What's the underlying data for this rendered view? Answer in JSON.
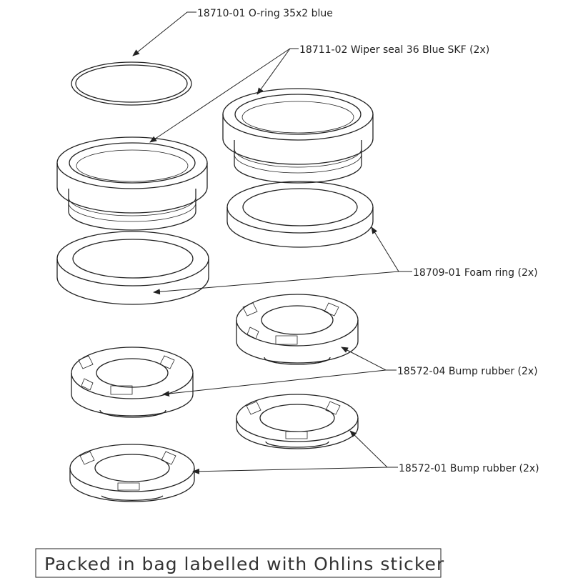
{
  "callouts": {
    "oring": "18710-01 O-ring 35x2 blue",
    "wiper": "18711-02 Wiper seal 36 Blue SKF (2x)",
    "foam": "18709-01 Foam ring (2x)",
    "bump04": "18572-04 Bump rubber (2x)",
    "bump01": "18572-01 Bump rubber (2x)"
  },
  "note": "Packed in bag labelled with Ohlins sticker"
}
